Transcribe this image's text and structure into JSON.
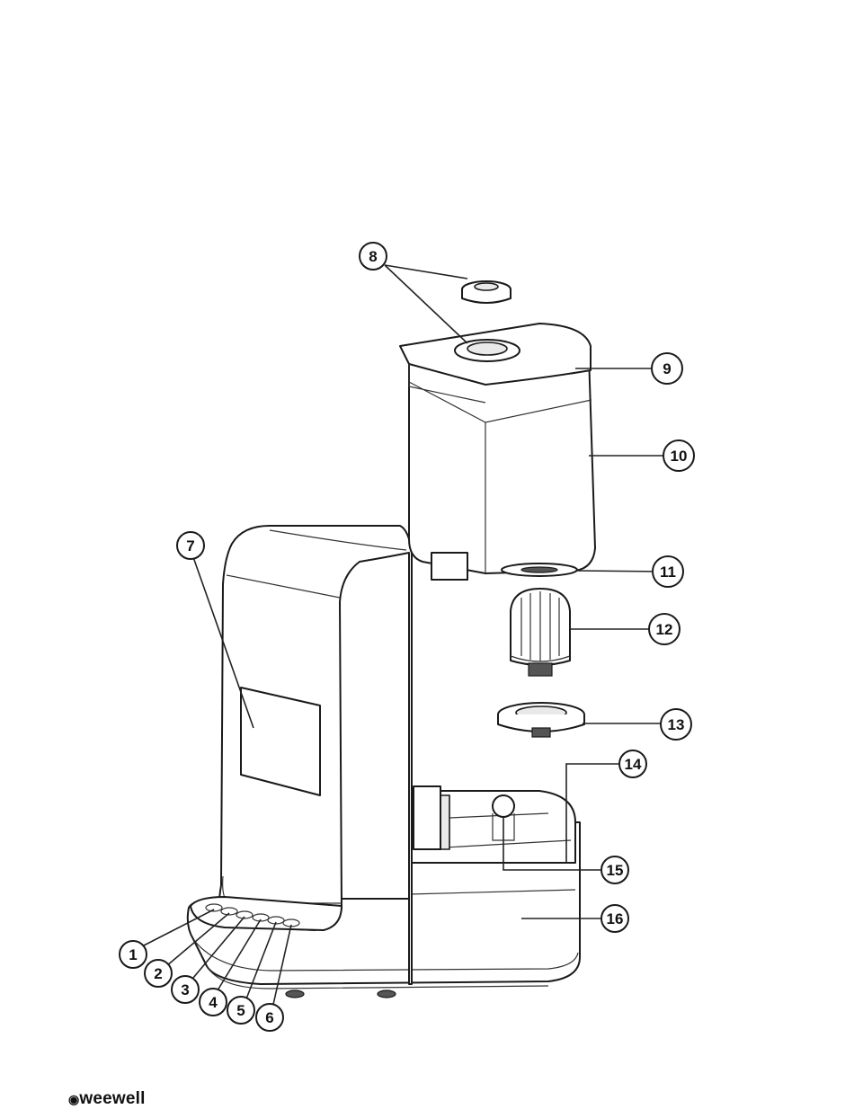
{
  "diagram": {
    "callouts": [
      {
        "id": "1",
        "label": "1"
      },
      {
        "id": "2",
        "label": "2"
      },
      {
        "id": "3",
        "label": "3"
      },
      {
        "id": "4",
        "label": "4"
      },
      {
        "id": "5",
        "label": "5"
      },
      {
        "id": "6",
        "label": "6"
      },
      {
        "id": "7",
        "label": "7"
      },
      {
        "id": "8",
        "label": "8"
      },
      {
        "id": "9",
        "label": "9"
      },
      {
        "id": "10",
        "label": "10"
      },
      {
        "id": "11",
        "label": "11"
      },
      {
        "id": "12",
        "label": "12"
      },
      {
        "id": "13",
        "label": "13"
      },
      {
        "id": "14",
        "label": "14"
      },
      {
        "id": "15",
        "label": "15"
      },
      {
        "id": "16",
        "label": "16"
      }
    ]
  },
  "brand": {
    "logo_text": "weewell"
  }
}
